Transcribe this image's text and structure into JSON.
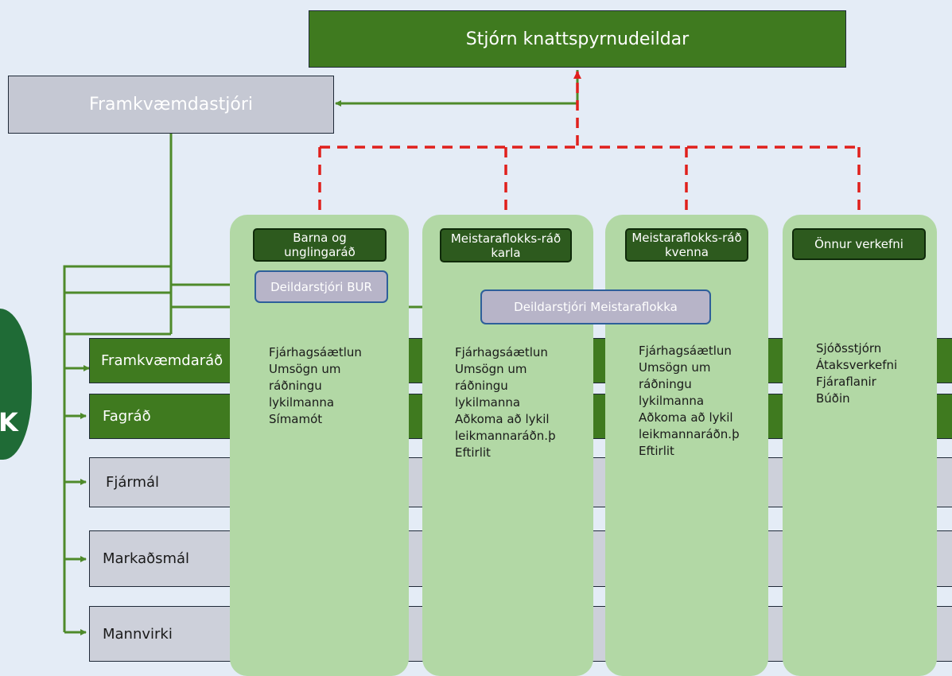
{
  "board": {
    "title": "Stjórn knattspyrnudeildar"
  },
  "director": {
    "title": "Framkvæmdastjóri"
  },
  "left_bars": [
    {
      "label": "Framkvæmdaráð"
    },
    {
      "label": "Fagráð"
    },
    {
      "label": "Fjármál"
    },
    {
      "label": "Markaðsmál"
    },
    {
      "label": "Mannvirki"
    }
  ],
  "columns": [
    {
      "header": "Barna og unglingaráð",
      "items": [
        "Fjárhagsáætlun",
        "Umsögn um",
        "ráðningu",
        "lykilmanna",
        "Símamót"
      ]
    },
    {
      "header": "Meistaraflokks-ráð karla",
      "items": [
        "Fjárhagsáætlun",
        "Umsögn um",
        "ráðningu",
        "lykilmanna",
        "Aðkoma að lykil",
        "leikmannaráðn.þ",
        "Eftirlit"
      ]
    },
    {
      "header": "Meistaraflokks-ráð kvenna",
      "items": [
        "Fjárhagsáætlun",
        "Umsögn um",
        "ráðningu",
        "lykilmanna",
        "Aðkoma að lykil",
        "leikmannaráðn.þ",
        "Eftirlit"
      ]
    },
    {
      "header": "Önnur verkefni",
      "items": [
        "Sjóðsstjórn",
        "Átaksverkefni",
        "Fjáraflanir",
        "Búðin"
      ]
    }
  ],
  "sub_managers": {
    "bur": "Deildarstjóri BUR",
    "meistaraflokka": "Deildarstjóri Meistaraflokka"
  },
  "logo": {
    "letter": "K"
  },
  "colors": {
    "background": "#e4ecf6",
    "dark_green": "#3f7a1f",
    "header_green": "#2d5a1e",
    "column_green": "#b2d8a5",
    "grey_box": "#cdd0da",
    "dashed_red": "#e0201c",
    "connector_green": "#4e8a2a",
    "sub_box_border": "#2e5f9a"
  }
}
